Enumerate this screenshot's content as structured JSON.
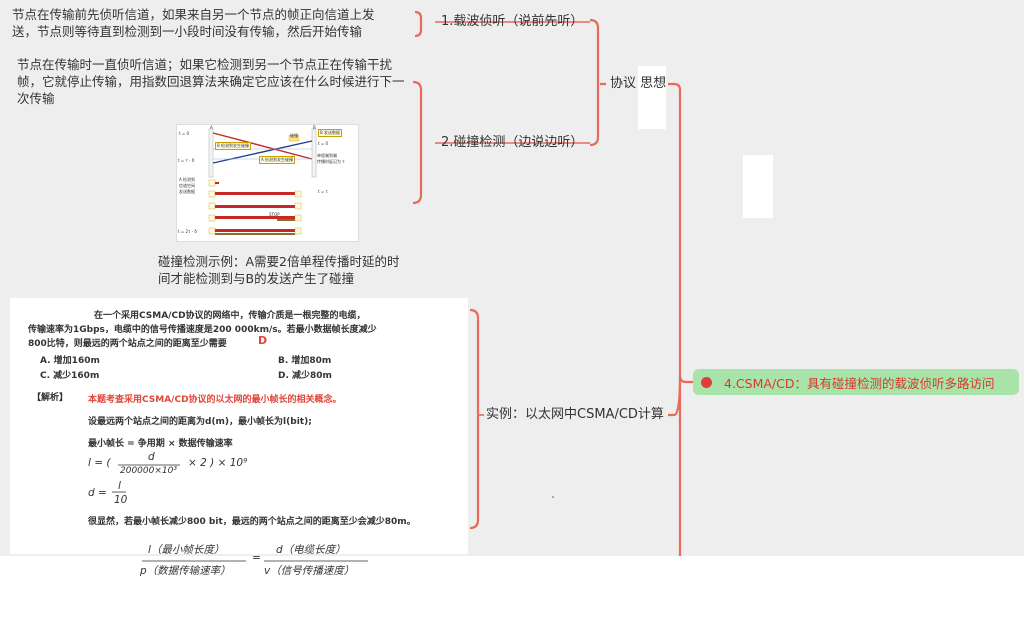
{
  "notes": {
    "carrier_sense": "节点在传输前先侦听信道，如果来自另一个节点的帧正向信道上发送，节点则等待直到检测到一小段时间没有传输，然后开始传输",
    "collision_detect": "节点在传输时一直侦听信道；如果它检测到另一个节点正在传输干扰帧，它就停止传输，用指数回退算法来确定它应该在什么时候进行下一次传输",
    "figure_caption": "碰撞检测示例：A需要2倍单程传播时延的时间才能检测到与B的发送产生了碰撞"
  },
  "branches": {
    "carrier_sense": "1.载波侦听（说前先听）",
    "collision_detect": "2.碰撞检测（边说边听）",
    "protocol_idea": "协议 思想",
    "example": "实例：以太网中CSMA/CD计算"
  },
  "main_node": {
    "label": "4.CSMA/CD：具有碰撞检测的载波侦听多路访问"
  },
  "figure": {
    "labels": {
      "a_top": "A",
      "b_top": "B",
      "t_zero": "t = 0",
      "t_tau_delta": "t = τ - δ",
      "t_zero_b": "t = 0",
      "a_detects": "A 检测到\n信道空闲\n发送数据",
      "b_sends": "B 发送数据",
      "b_collision": "B 检测到发生碰撞",
      "a_collision": "A 检测到发生碰撞",
      "collision": "碰撞",
      "delay": "单程端到端\n传播时延记为 τ",
      "t_tau": "t = τ",
      "t_2tau": "t = 2τ - δ",
      "stop": "STOP"
    }
  },
  "example": {
    "question_1": "在一个采用CSMA/CD协议的网络中，传输介质是一根完整的电缆，",
    "question_2": "传输速率为1Gbps，电缆中的信号传播速度是200 000km/s。若最小数据帧长度减少",
    "question_3": "800比特，则最远的两个站点之间的距离至少需要",
    "answer": "D",
    "opt_a": "A. 增加160m",
    "opt_b": "B. 增加80m",
    "opt_c": "C. 减少160m",
    "opt_d": "D. 减少80m",
    "jiexi": "【解析】",
    "jiexi_text": "本题考查采用CSMA/CD协议的以太网的最小帧长的相关概念。",
    "line_1": "设最远两个站点之间的距离为d(m)，最小帧长为l(bit);",
    "line_2": "最小帧长 = 争用期 × 数据传输速率",
    "formula_1_l": "l = (",
    "formula_1_num": "d",
    "formula_1_den": "200000×10³",
    "formula_1_rest": "× 2 ) × 10⁹",
    "formula_2_d": "d =",
    "formula_2_num": "l",
    "formula_2_den": "10",
    "line_3": "很显然，若最小帧长减少800 bit，最远的两个站点之间的距离至少会减少80m。"
  },
  "formula": {
    "num_left": "l（最小帧长度）",
    "den_left": "p（数据传输速率）",
    "eq": "=",
    "num_right": "d（电缆长度）",
    "den_right": "v（信号传播速度）"
  },
  "colors": {
    "branch_line": "#e86a5a",
    "main_node_bg": "#a8e3a9",
    "main_node_text": "#d93a2b",
    "main_dot": "#e33b3b"
  }
}
